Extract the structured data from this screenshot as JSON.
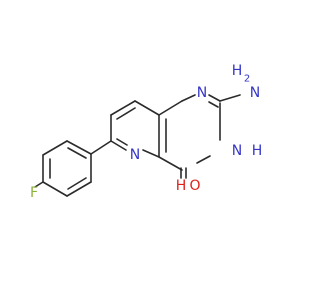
{
  "colors": {
    "background": "#ffffff",
    "bond": "#2b2b2b",
    "nitrogen": "#3535c8",
    "oxygen": "#e0211b",
    "fluorine": "#8cb23a"
  },
  "atoms": {
    "amino_N": "N",
    "amino_H": "H",
    "amino_H2": "2",
    "ring_N1": "N",
    "ring_N3": "N",
    "ring_H3": "H",
    "pyridine_N": "N",
    "carbonyl_O": "O",
    "carbonyl_H": "H",
    "fluorine": "F"
  }
}
